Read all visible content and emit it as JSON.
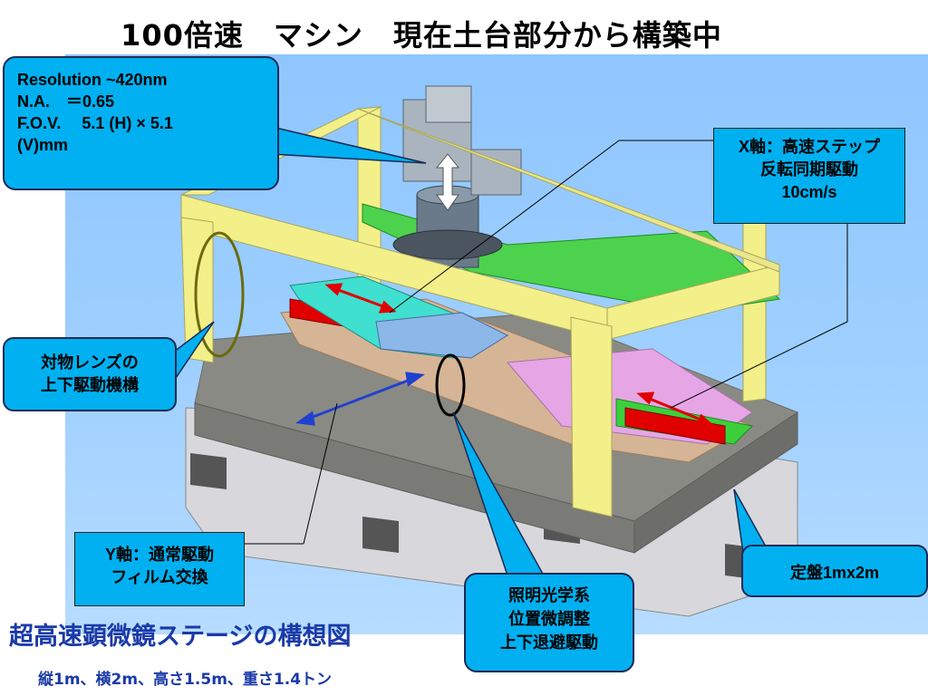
{
  "title": "100倍速　マシン　現在土台部分から構築中",
  "callouts": {
    "resolution": {
      "line1": "Resolution ~420nm",
      "line2": "N.A.　＝0.65",
      "line3": "F.O.V.　 5.1 (H) × 5.1",
      "line4": "(V)mm"
    },
    "x_axis": {
      "line1": "X軸：高速ステップ",
      "line2": "反転同期駆動",
      "line3": "10cm/s"
    },
    "objective": {
      "line1": "対物レンズの",
      "line2": "上下駆動機構"
    },
    "y_axis": {
      "line1": "Y軸：通常駆動",
      "line2": "フィルム交換"
    },
    "illumination": {
      "line1": "照明光学系",
      "line2": "位置微調整",
      "line3": "上下退避駆動"
    },
    "plate": "定盤1mx2m"
  },
  "caption": "超高速顕微鏡ステージの構想図",
  "dimensions": "縦1m、横2m、高さ1.5m、重さ1.4トン",
  "colors": {
    "frame": "#f3f08a",
    "granite": "#8a8a84",
    "callout": "#00b0f0",
    "caption": "#1a3aa8",
    "arrow_red": "#e00000",
    "arrow_blue": "#2040d0"
  }
}
